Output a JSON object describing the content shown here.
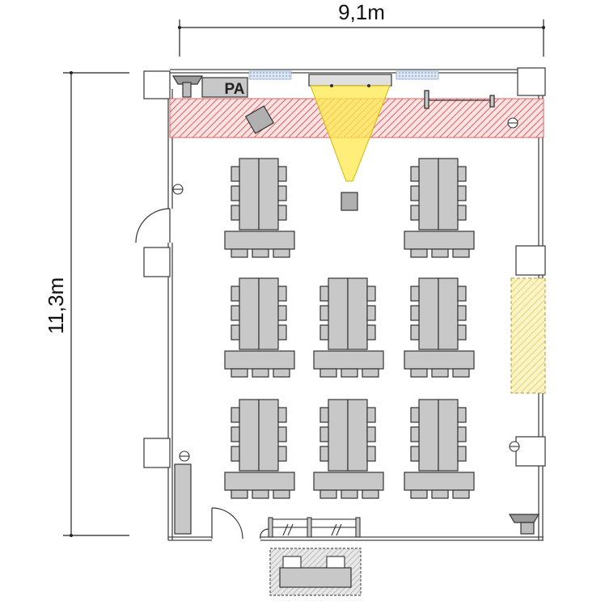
{
  "dimensions": {
    "width_label": "9,1m",
    "height_label": "11,3m"
  },
  "labels": {
    "pa": "PA"
  },
  "layout": {
    "table_groups": 8,
    "chairs_per_side": 3
  },
  "icons": {
    "projector": "projector-icon",
    "camera": "camera-icon",
    "outlet": "outlet-icon",
    "door": "door-icon"
  },
  "colors": {
    "table_fill": "#c8c8c8",
    "outline": "#333333",
    "stage_hatch": "#e06060",
    "projection_beam": "#ffe84d",
    "screen_zone": "#f2e27a",
    "window_strip": "#b8cfe6"
  }
}
